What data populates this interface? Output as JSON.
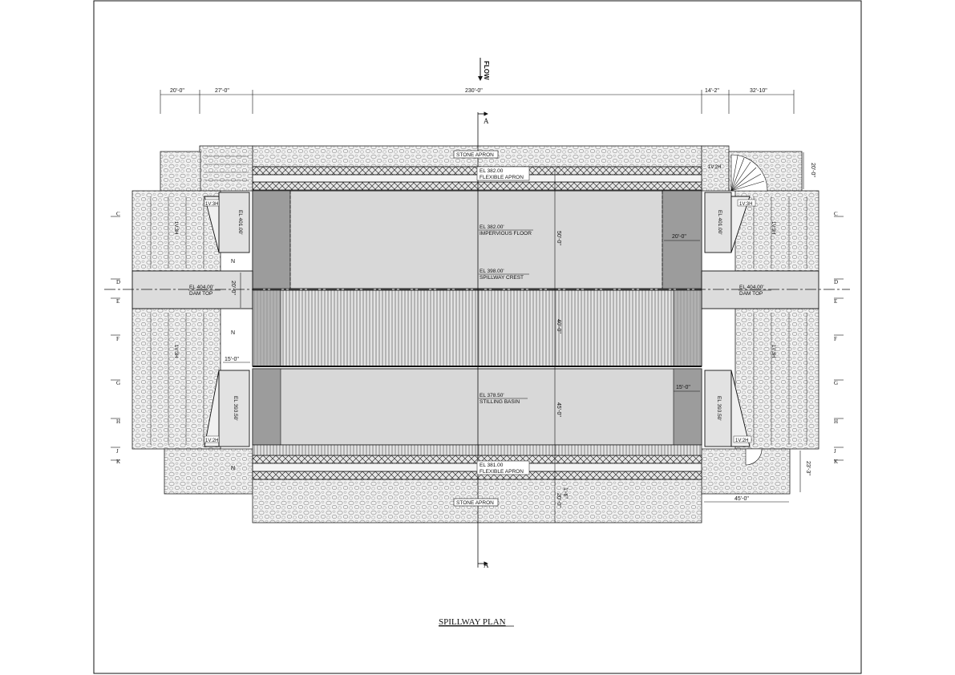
{
  "drawing": {
    "title": "SPILLWAY PLAN",
    "flow_label": "FLOW",
    "section_marker": "A",
    "colors": {
      "line": "#111111",
      "concrete": "#d8d8d8",
      "shadow": "#9c9c9c",
      "apron_fill": "#ececec",
      "paper": "#ffffff"
    }
  },
  "top_dimensions": [
    "20'-0\"",
    "27'-0\"",
    "230'-0\"",
    "14'-2\"",
    "32'-10\""
  ],
  "right_dimensions": {
    "top": "20'-0\"",
    "bottom": "23'-3\"",
    "bottom_horizontal": "45'-0\""
  },
  "labels": {
    "stone_apron_top": "STONE APRON",
    "stone_apron_bottom": "STONE APRON",
    "flexible_apron_top_el": "EL 382.00",
    "flexible_apron_top": "FLEXIBLE APRON",
    "flexible_apron_bottom_el": "EL 381.00",
    "flexible_apron_bottom": "FLEXIBLE APRON",
    "impervious_el": "EL 382.00'",
    "impervious_floor": "IMPERVIOUS FLOOR",
    "crest_el": "EL 398.00'",
    "spillway_crest": "SPILLWAY CREST",
    "basin_el": "EL 378.50'",
    "stilling_basin": "STILLING BASIN",
    "dam_top_left_el": "EL 404.00'",
    "dam_top_left": "DAM TOP",
    "dam_top_right_el": "EL 404.00'",
    "dam_top_right": "DAM TOP",
    "wall_el_upper_left": "EL 401.00'",
    "wall_el_upper_right": "EL 401.00'",
    "wall_el_lower_left": "EL 393.50'",
    "wall_el_lower_right": "EL 393.50'",
    "dim_50": "50'-0\"",
    "dim_45": "45'-0\"",
    "dim_40": "40'-0\"",
    "dim_20_bottom": "20'-0\"",
    "dim_1_6": "1'-6\"",
    "dim_20_right": "20'-0\"",
    "dim_15_right": "15'-0\"",
    "dim_15_left": "15'-0\"",
    "dim_20_dam": "20'-0\"",
    "slope_1v3h": "1V:3H",
    "slope_1v2h": "1V:2H",
    "north": "N"
  },
  "section_letters_left": [
    "C",
    "D",
    "E",
    "F",
    "G",
    "H",
    "J",
    "K"
  ],
  "section_letters_right": [
    "C",
    "D",
    "E",
    "F",
    "G",
    "H",
    "J",
    "K"
  ]
}
